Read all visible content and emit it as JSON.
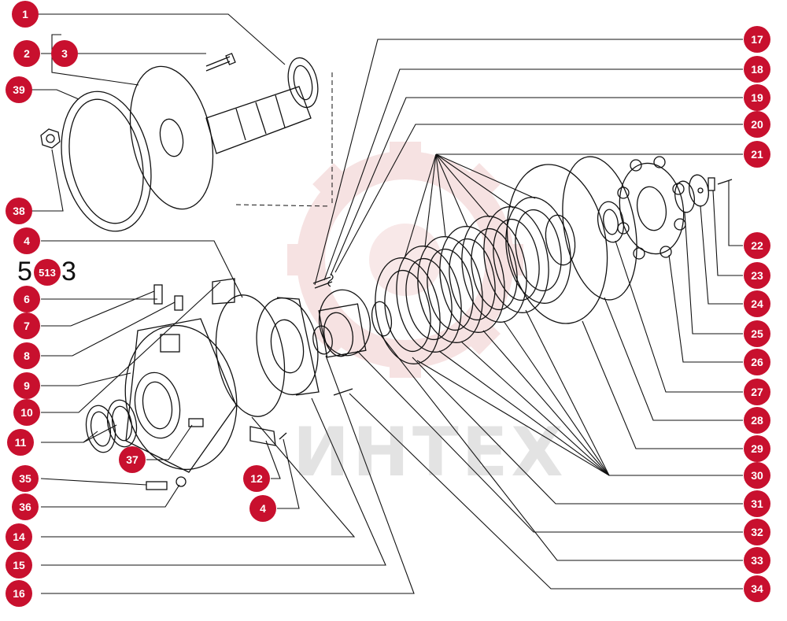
{
  "watermark_text": "ИНТЕХ",
  "overlay_label": {
    "left": "5",
    "badge": "513",
    "right": "3"
  },
  "callouts": [
    {
      "id": "c1",
      "label": "1"
    },
    {
      "id": "c2",
      "label": "2"
    },
    {
      "id": "c3",
      "label": "3"
    },
    {
      "id": "c39",
      "label": "39"
    },
    {
      "id": "c38",
      "label": "38"
    },
    {
      "id": "c4a",
      "label": "4"
    },
    {
      "id": "c6",
      "label": "6"
    },
    {
      "id": "c7",
      "label": "7"
    },
    {
      "id": "c8",
      "label": "8"
    },
    {
      "id": "c9",
      "label": "9"
    },
    {
      "id": "c10",
      "label": "10"
    },
    {
      "id": "c11",
      "label": "11"
    },
    {
      "id": "c37",
      "label": "37"
    },
    {
      "id": "c35",
      "label": "35"
    },
    {
      "id": "c36",
      "label": "36"
    },
    {
      "id": "c12",
      "label": "12"
    },
    {
      "id": "c4b",
      "label": "4"
    },
    {
      "id": "c14",
      "label": "14"
    },
    {
      "id": "c15",
      "label": "15"
    },
    {
      "id": "c16",
      "label": "16"
    },
    {
      "id": "c17",
      "label": "17"
    },
    {
      "id": "c18",
      "label": "18"
    },
    {
      "id": "c19",
      "label": "19"
    },
    {
      "id": "c20",
      "label": "20"
    },
    {
      "id": "c21",
      "label": "21"
    },
    {
      "id": "c22",
      "label": "22"
    },
    {
      "id": "c23",
      "label": "23"
    },
    {
      "id": "c24",
      "label": "24"
    },
    {
      "id": "c25",
      "label": "25"
    },
    {
      "id": "c26",
      "label": "26"
    },
    {
      "id": "c27",
      "label": "27"
    },
    {
      "id": "c28",
      "label": "28"
    },
    {
      "id": "c29",
      "label": "29"
    },
    {
      "id": "c30",
      "label": "30"
    },
    {
      "id": "c31",
      "label": "31"
    },
    {
      "id": "c32",
      "label": "32"
    },
    {
      "id": "c33",
      "label": "33"
    },
    {
      "id": "c34",
      "label": "34"
    }
  ],
  "colors": {
    "badge": "#c8102e",
    "badge_text": "#ffffff",
    "line": "#111111",
    "logo": "#e8c7c7"
  }
}
